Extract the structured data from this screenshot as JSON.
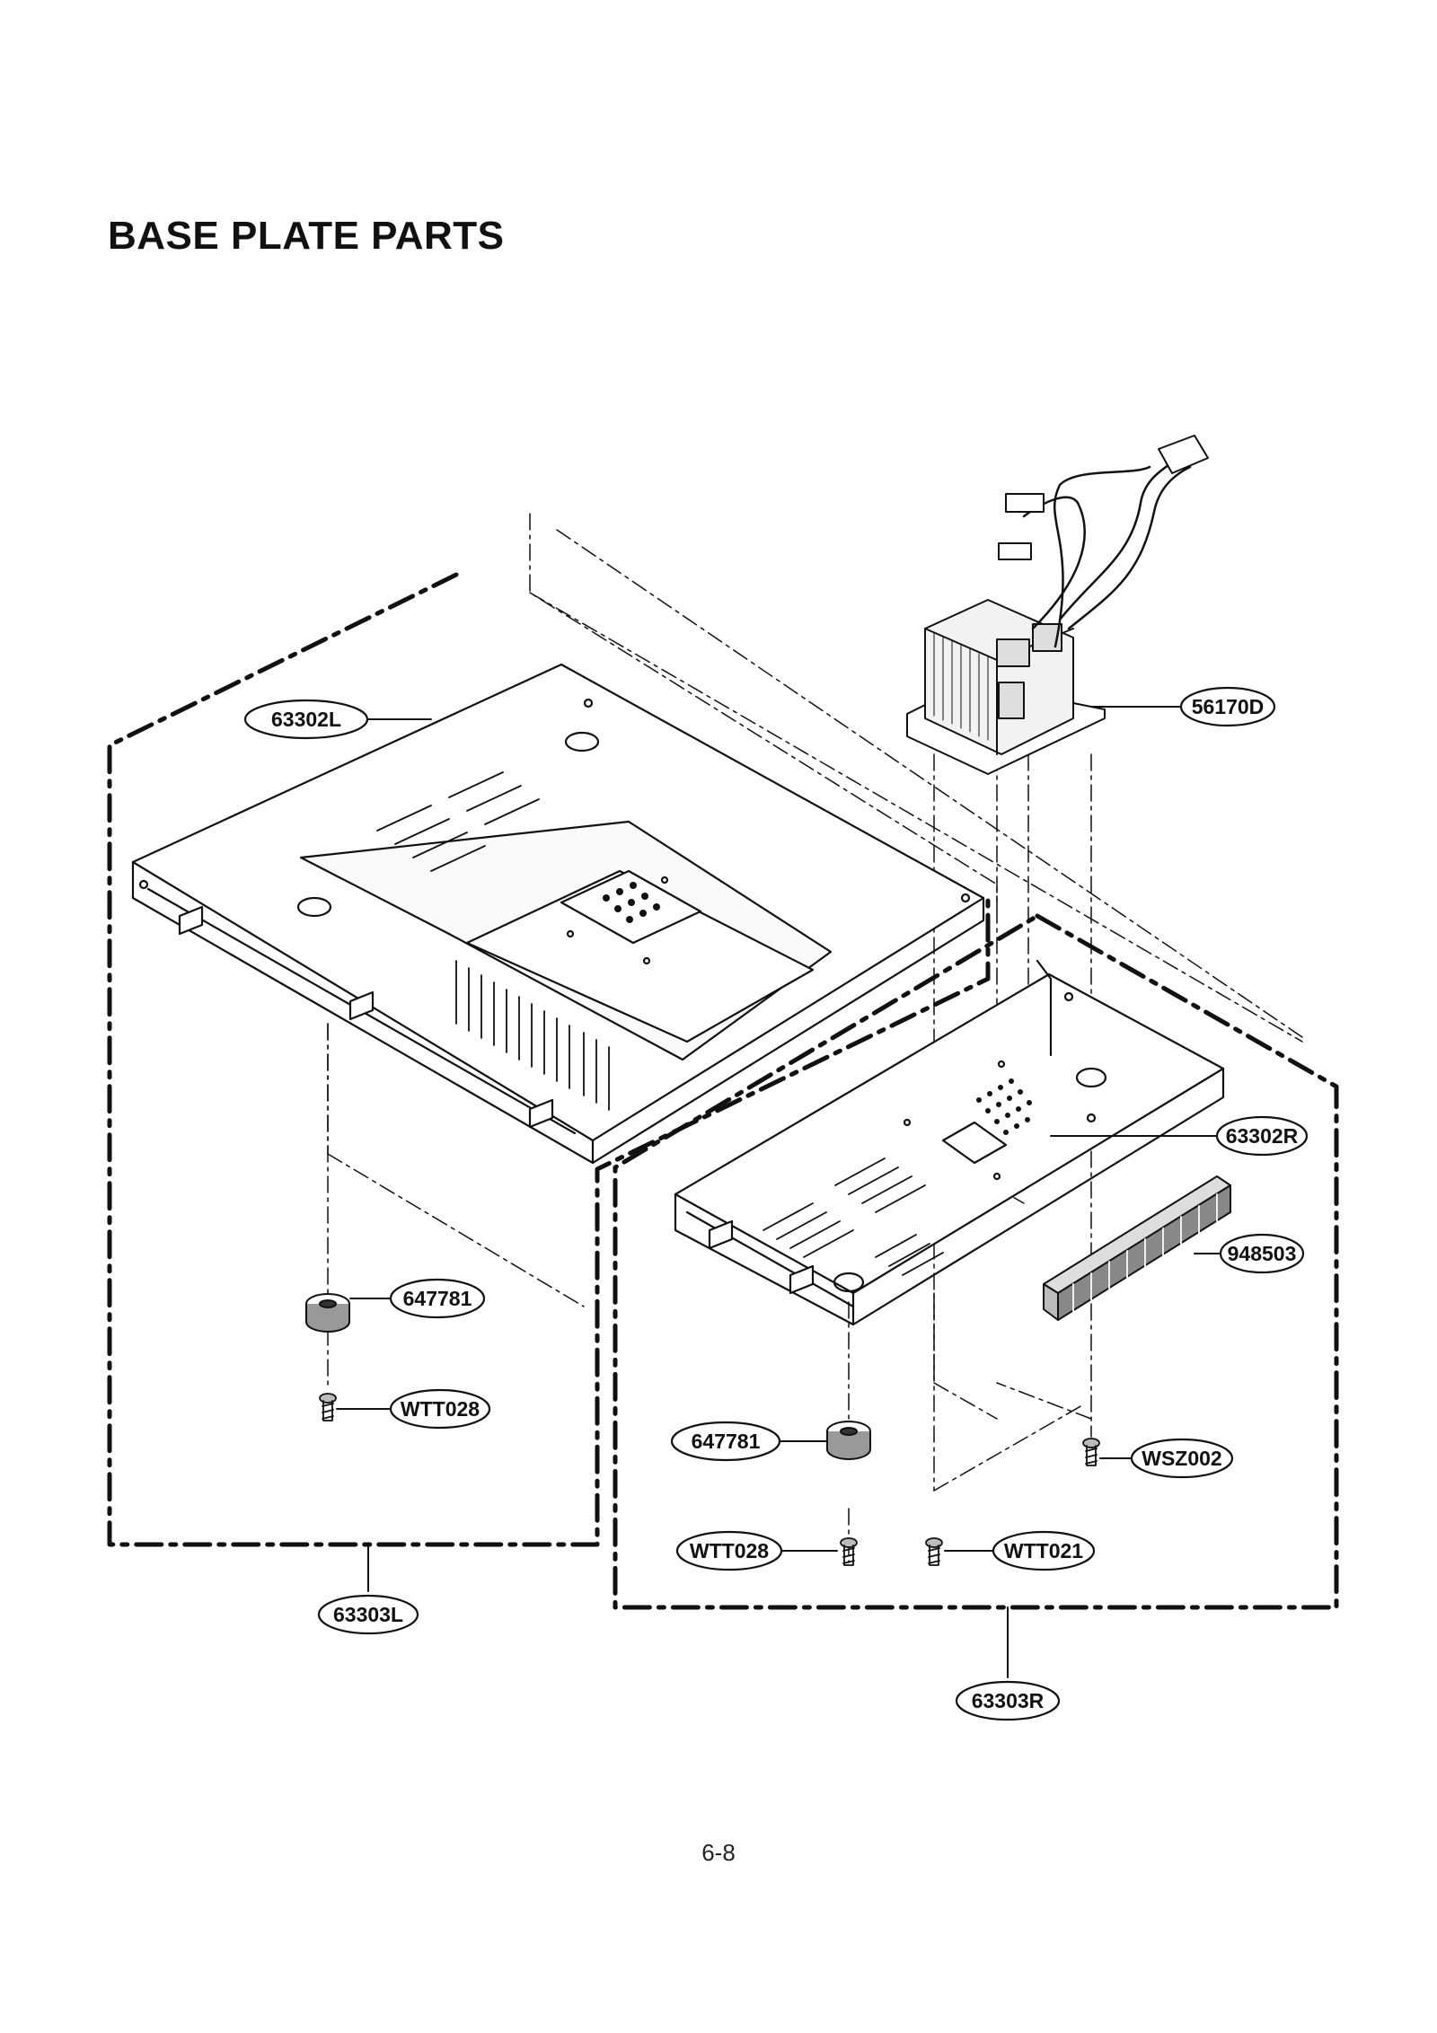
{
  "title": "BASE PLATE PARTS",
  "page_number": "6-8",
  "callouts": {
    "c63302L": "63302L",
    "c56170D": "56170D",
    "c63302R": "63302R",
    "c948503": "948503",
    "c647781_left": "647781",
    "cWTT028_left": "WTT028",
    "c647781_right": "647781",
    "cWSZ002": "WSZ002",
    "cWTT028_right": "WTT028",
    "cWTT021": "WTT021",
    "c63303L": "63303L",
    "c63303R": "63303R"
  }
}
